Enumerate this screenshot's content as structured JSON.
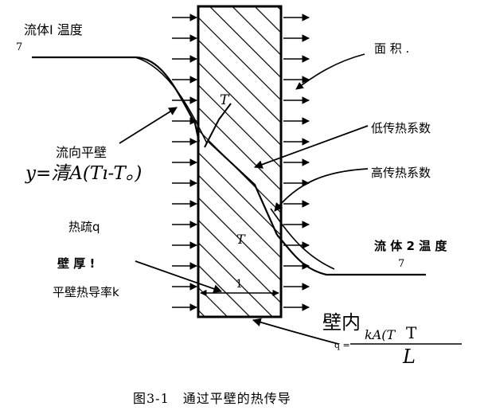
{
  "labels": {
    "fluid1_temp": "流体I 温度",
    "t1_mark": "7",
    "area": "面 积 .",
    "wall_t1": "T",
    "flow_to_wall": "流向平壁",
    "formula_conv1": "y=清A(Tı-T。)",
    "low_coeff": "低传热系数",
    "high_coeff": "高传热系数",
    "heat_flux": "热疏q",
    "wall_t2": "T",
    "fluid2_temp": "流 体 2 温 度",
    "t2_mark": "7",
    "wall_thickness": "壁 厚 !",
    "thickness_mark": "1",
    "conductivity": "平壁热导率k",
    "in_wall": "壁内",
    "formula_numerator": "kA(T",
    "formula_T": "T",
    "formula_q": "q =",
    "formula_denominator": "L",
    "caption": "图3-1　通过平壁的热传导"
  }
}
